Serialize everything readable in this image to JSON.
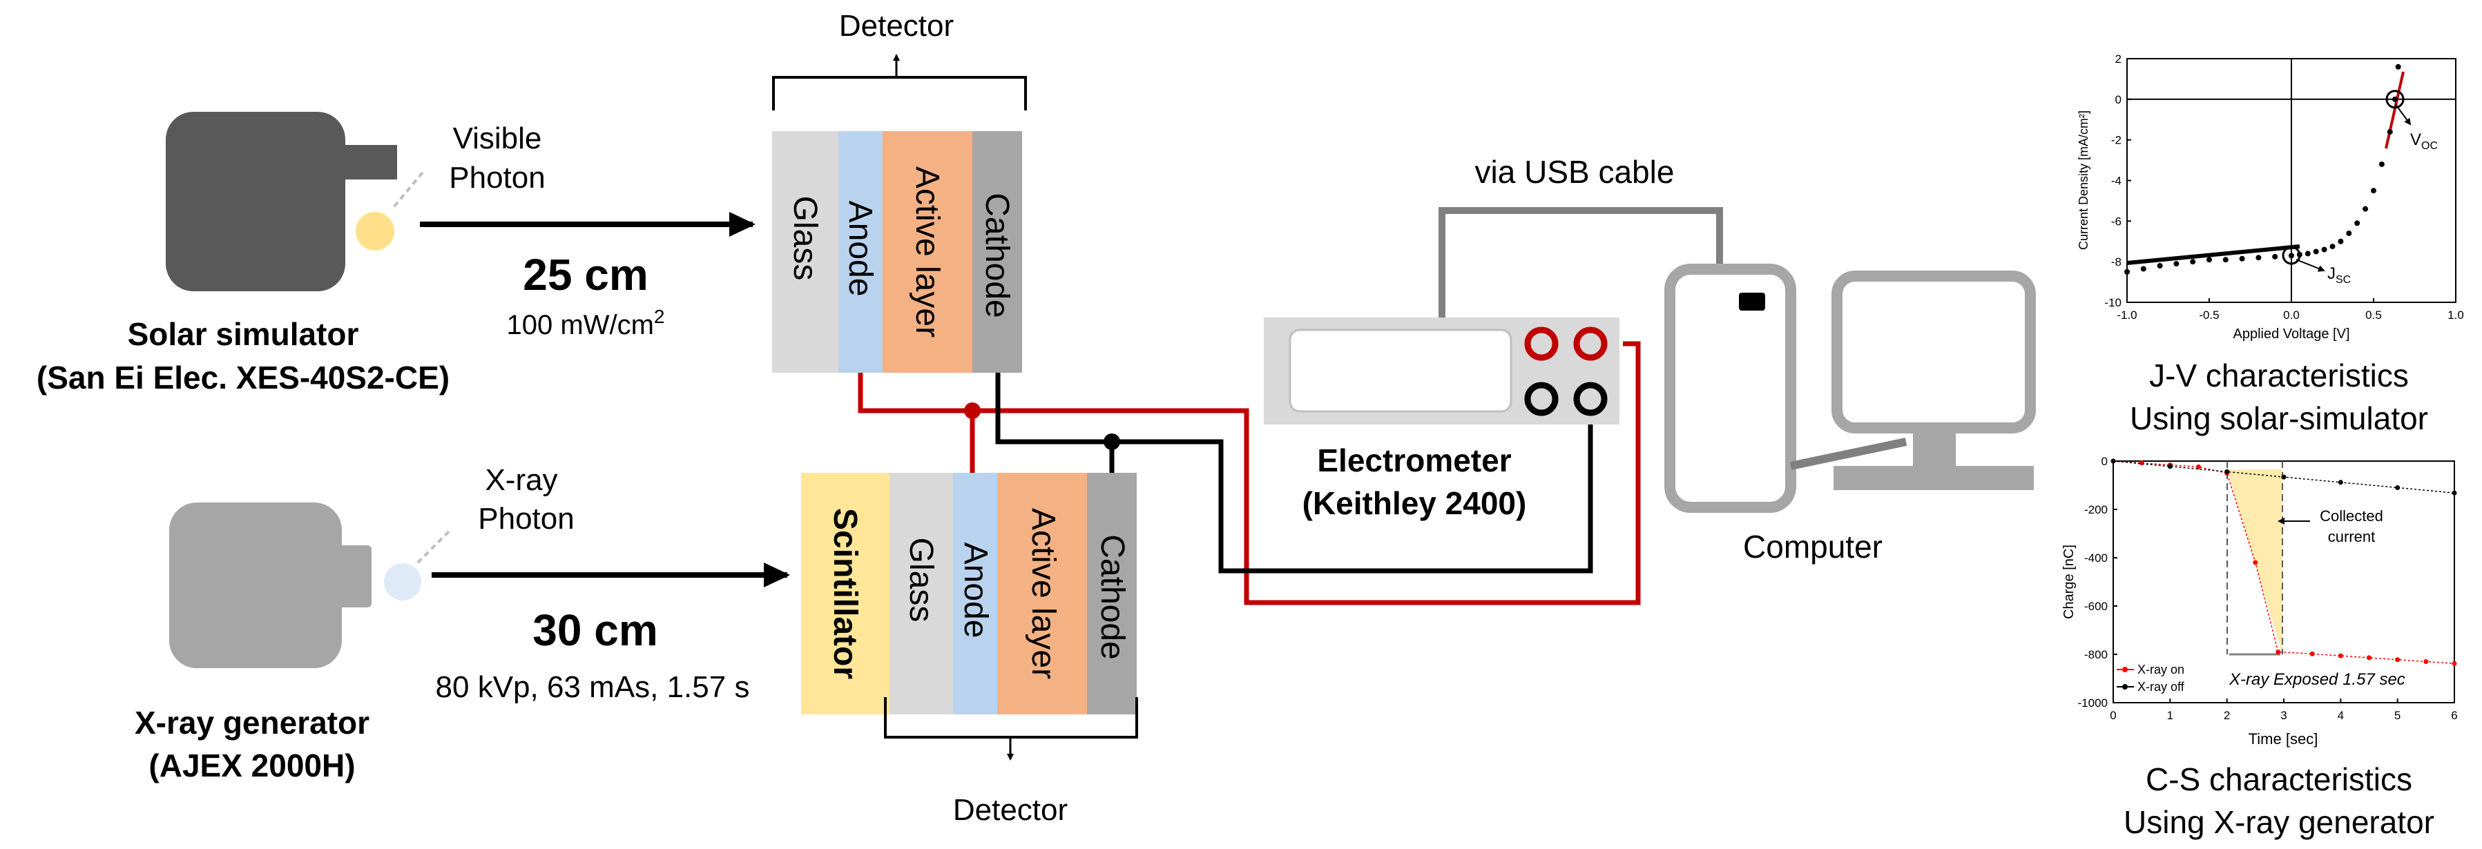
{
  "solar": {
    "photon_line1": "Visible",
    "photon_line2": "Photon",
    "distance": "25 cm",
    "intensity": "100 mW/cm",
    "intensity_sup": "2",
    "name": "Solar simulator",
    "model": "(San Ei Elec. XES-40S2-CE)"
  },
  "xray": {
    "photon_line1": "X-ray",
    "photon_line2": "Photon",
    "distance": "30 cm",
    "params": "80 kVp, 63 mAs, 1.57 s",
    "name": "X-ray generator",
    "model": "(AJEX 2000H)"
  },
  "detector_top": {
    "label": "Detector",
    "layers": [
      "Glass",
      "Anode",
      "Active layer",
      "Cathode"
    ]
  },
  "detector_bottom": {
    "label": "Detector",
    "layers": [
      "Scintillator",
      "Glass",
      "Anode",
      "Active layer",
      "Cathode"
    ]
  },
  "electrometer": {
    "line1": "Electrometer",
    "line2": "(Keithley  2400)"
  },
  "usb_label": "via USB cable",
  "computer_label": "Computer",
  "colors": {
    "glass": "#d9d9d9",
    "anode": "#b9d3ee",
    "active": "#f4b183",
    "cathode": "#a6a6a6",
    "scintillator": "#ffe699",
    "wire_red": "#c00000",
    "wire_black": "#000000",
    "solar_lamp": "#595959",
    "xray_gen": "#a6a6a6",
    "visible_photon": "#ffe08a",
    "xray_photon": "#deebf7"
  },
  "chart_jv": {
    "type": "scatter",
    "caption_line1": "J-V characteristics",
    "caption_line2": "Using solar-simulator",
    "xlabel": "Applied Voltage [V]",
    "ylabel": "Current Density [mA/cm²]",
    "xlim": [
      -1.0,
      1.0
    ],
    "ylim": [
      -10,
      2
    ],
    "xticks": [
      "-1.0",
      "-0.5",
      "0.0",
      "0.5",
      "1.0"
    ],
    "yticks": [
      "2",
      "0",
      "-2",
      "-4",
      "-6",
      "-8",
      "-10"
    ],
    "voc_label": "V",
    "voc_sub": "OC",
    "jsc_label": "J",
    "jsc_sub": "SC",
    "points": [
      [
        -1.0,
        -8.5
      ],
      [
        -0.9,
        -8.35
      ],
      [
        -0.8,
        -8.2
      ],
      [
        -0.7,
        -8.1
      ],
      [
        -0.6,
        -8.0
      ],
      [
        -0.5,
        -7.9
      ],
      [
        -0.4,
        -7.9
      ],
      [
        -0.3,
        -7.85
      ],
      [
        -0.2,
        -7.8
      ],
      [
        -0.1,
        -7.75
      ],
      [
        0.0,
        -7.7
      ],
      [
        0.05,
        -7.65
      ],
      [
        0.1,
        -7.6
      ],
      [
        0.15,
        -7.5
      ],
      [
        0.2,
        -7.4
      ],
      [
        0.25,
        -7.25
      ],
      [
        0.3,
        -7.0
      ],
      [
        0.35,
        -6.6
      ],
      [
        0.4,
        -6.1
      ],
      [
        0.45,
        -5.4
      ],
      [
        0.5,
        -4.5
      ],
      [
        0.55,
        -3.2
      ],
      [
        0.6,
        -1.6
      ],
      [
        0.63,
        0.0
      ],
      [
        0.65,
        1.6
      ]
    ]
  },
  "chart_cs": {
    "type": "line",
    "caption_line1": "C-S characteristics",
    "caption_line2": "Using X-ray generator",
    "xlabel": "Time [sec]",
    "ylabel": "Charge [nC]",
    "xlim": [
      0,
      6
    ],
    "ylim": [
      -1000,
      0
    ],
    "xticks": [
      "0",
      "1",
      "2",
      "3",
      "4",
      "5",
      "6"
    ],
    "yticks": [
      "0",
      "-200",
      "-400",
      "-600",
      "-800",
      "-1000"
    ],
    "annotation": "Collected current",
    "annotation_line1": "Collected",
    "annotation_line2": "current",
    "exposed_label": "X-ray Exposed 1.57 sec",
    "series": [
      {
        "name": "X-ray on",
        "x": [
          0,
          0.5,
          1,
          1.5,
          2,
          2.5,
          2.9,
          3.5,
          4,
          4.5,
          5,
          5.5,
          6
        ],
        "y": [
          0,
          -8,
          -16,
          -24,
          -50,
          -420,
          -790,
          -798,
          -806,
          -814,
          -822,
          -830,
          -838
        ]
      },
      {
        "name": "X-ray off",
        "x": [
          0,
          1,
          2,
          3,
          4,
          5,
          6
        ],
        "y": [
          0,
          -22,
          -44,
          -66,
          -88,
          -110,
          -132
        ]
      }
    ]
  }
}
